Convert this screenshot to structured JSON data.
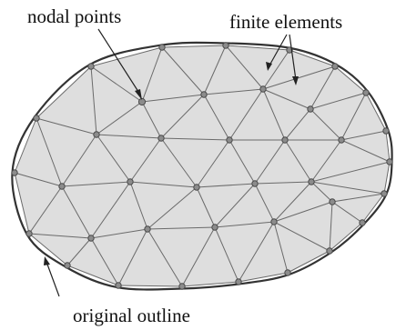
{
  "labels": {
    "nodal_points": "nodal points",
    "finite_elements": "finite elements",
    "original_outline": "original outline"
  },
  "colors": {
    "element_fill": "#dedede",
    "mesh_edge": "#6a6a6a",
    "node_fill": "#8c8c8c",
    "outline": "#333333",
    "text": "#111111"
  }
}
